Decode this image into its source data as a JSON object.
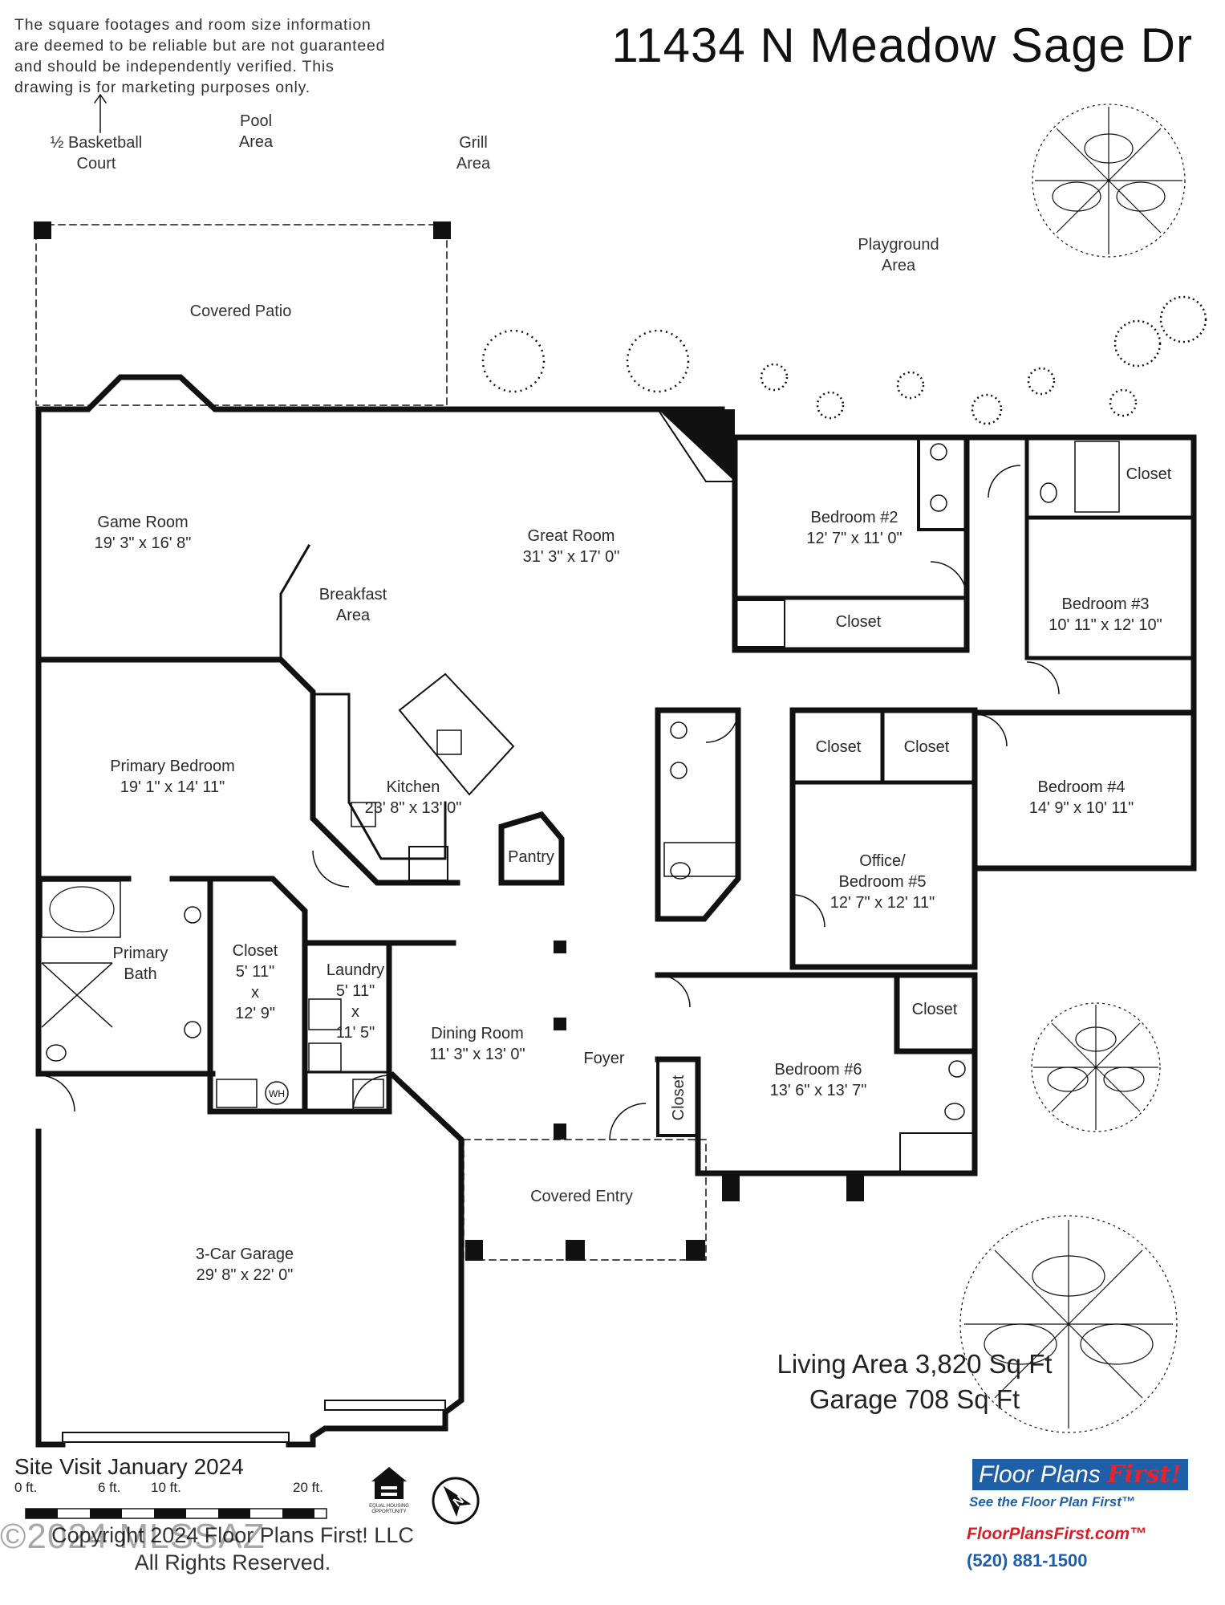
{
  "disclaimer": "The square footages and room size information are deemed to be reliable but are not guaranteed and should be independently verified. This drawing is for marketing purposes only.",
  "address": "11434 N Meadow Sage Dr",
  "exterior": {
    "basketball": [
      "½ Basketball",
      "Court"
    ],
    "pool": [
      "Pool",
      "Area"
    ],
    "grill": [
      "Grill",
      "Area"
    ],
    "playground": [
      "Playground",
      "Area"
    ],
    "covered_patio": "Covered Patio",
    "covered_entry": "Covered Entry"
  },
  "rooms": {
    "game_room": {
      "name": "Game Room",
      "dims": "19' 3\" x 16' 8\""
    },
    "great_room": {
      "name": "Great Room",
      "dims": "31' 3\" x 17' 0\""
    },
    "breakfast": {
      "name": "Breakfast",
      "name2": "Area"
    },
    "primary_bedroom": {
      "name": "Primary Bedroom",
      "dims": "19' 1\" x 14' 11\""
    },
    "kitchen": {
      "name": "Kitchen",
      "dims": "23' 8\" x 13' 0\""
    },
    "pantry": {
      "name": "Pantry"
    },
    "primary_bath": {
      "name": "Primary",
      "name2": "Bath"
    },
    "closet_primary": {
      "name": "Closet",
      "d1": "5' 11\"",
      "x": "x",
      "d2": "12' 9\""
    },
    "laundry": {
      "name": "Laundry",
      "d1": "5' 11\"",
      "x": "x",
      "d2": "11' 5\""
    },
    "dining": {
      "name": "Dining Room",
      "dims": "11' 3\" x 13' 0\""
    },
    "foyer": {
      "name": "Foyer"
    },
    "garage": {
      "name": "3-Car Garage",
      "dims": "29' 8\" x 22' 0\""
    },
    "bedroom2": {
      "name": "Bedroom #2",
      "dims": "12' 7\" x 11' 0\""
    },
    "bedroom3": {
      "name": "Bedroom #3",
      "dims": "10' 11\" x 12' 10\""
    },
    "bedroom4": {
      "name": "Bedroom #4",
      "dims": "14' 9\" x 10' 11\""
    },
    "office": {
      "name": "Office/",
      "name2": "Bedroom #5",
      "dims": "12' 7\" x 12' 11\""
    },
    "bedroom6": {
      "name": "Bedroom #6",
      "dims": "13' 6\" x 13' 7\""
    },
    "closet_label": "Closet",
    "wh_label": "WH"
  },
  "totals": {
    "living": "Living Area 3,820 Sq Ft",
    "garage": "Garage 708 Sq Ft"
  },
  "site_visit": "Site Visit January 2024",
  "scale": {
    "labels": [
      "0 ft.",
      "6 ft.",
      "10 ft.",
      "20 ft."
    ]
  },
  "eho_text": "EQUAL HOUSING OPPORTUNITY",
  "copyright": [
    "Copyright 2024 Floor Plans First! LLC",
    "All Rights Reserved."
  ],
  "watermark": "©2024 MLSSAZ",
  "brand": {
    "name": "Floor Plans",
    "name_accent": "First!",
    "tagline": "See the Floor Plan First™",
    "url": "FloorPlansFirst.com™",
    "phone": "(520) 881-1500",
    "accent_blue": "#1f5fa8",
    "accent_red": "#d31f26"
  },
  "compass_label": "N"
}
